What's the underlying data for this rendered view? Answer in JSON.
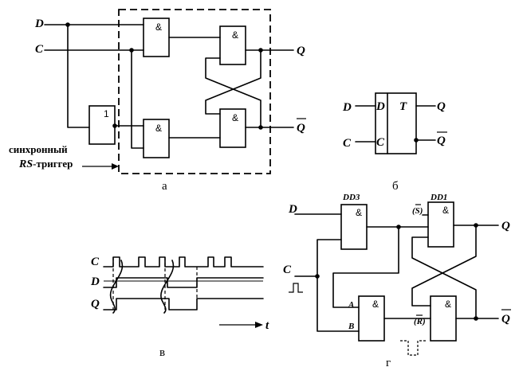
{
  "panel_a": {
    "input_d": "D",
    "input_c": "C",
    "out_q": "Q",
    "out_q_bar": "Q",
    "and_symbol": "&",
    "or_symbol": "1",
    "note_line1": "синхронный",
    "note_line2_italic": "RS",
    "note_line2_rest": "-триггер",
    "caption": "а"
  },
  "panel_b": {
    "pin_d_label": "D",
    "pin_c_label": "C",
    "in_d": "D",
    "in_c": "C",
    "type_label": "T",
    "out_q": "Q",
    "out_q_bar": "Q",
    "caption": "б"
  },
  "panel_c": {
    "sig_c": "C",
    "sig_d": "D",
    "sig_q": "Q",
    "time_axis": "t",
    "caption": "в"
  },
  "panel_d": {
    "gate_dd3": "DD3",
    "gate_dd1": "DD1",
    "label_s": "(S)",
    "label_r": "(R)",
    "input_d": "D",
    "input_c": "C",
    "node_a": "A",
    "node_b": "B",
    "out_q": "Q",
    "out_q_bar": "Q",
    "and_symbol": "&",
    "caption": "г"
  }
}
